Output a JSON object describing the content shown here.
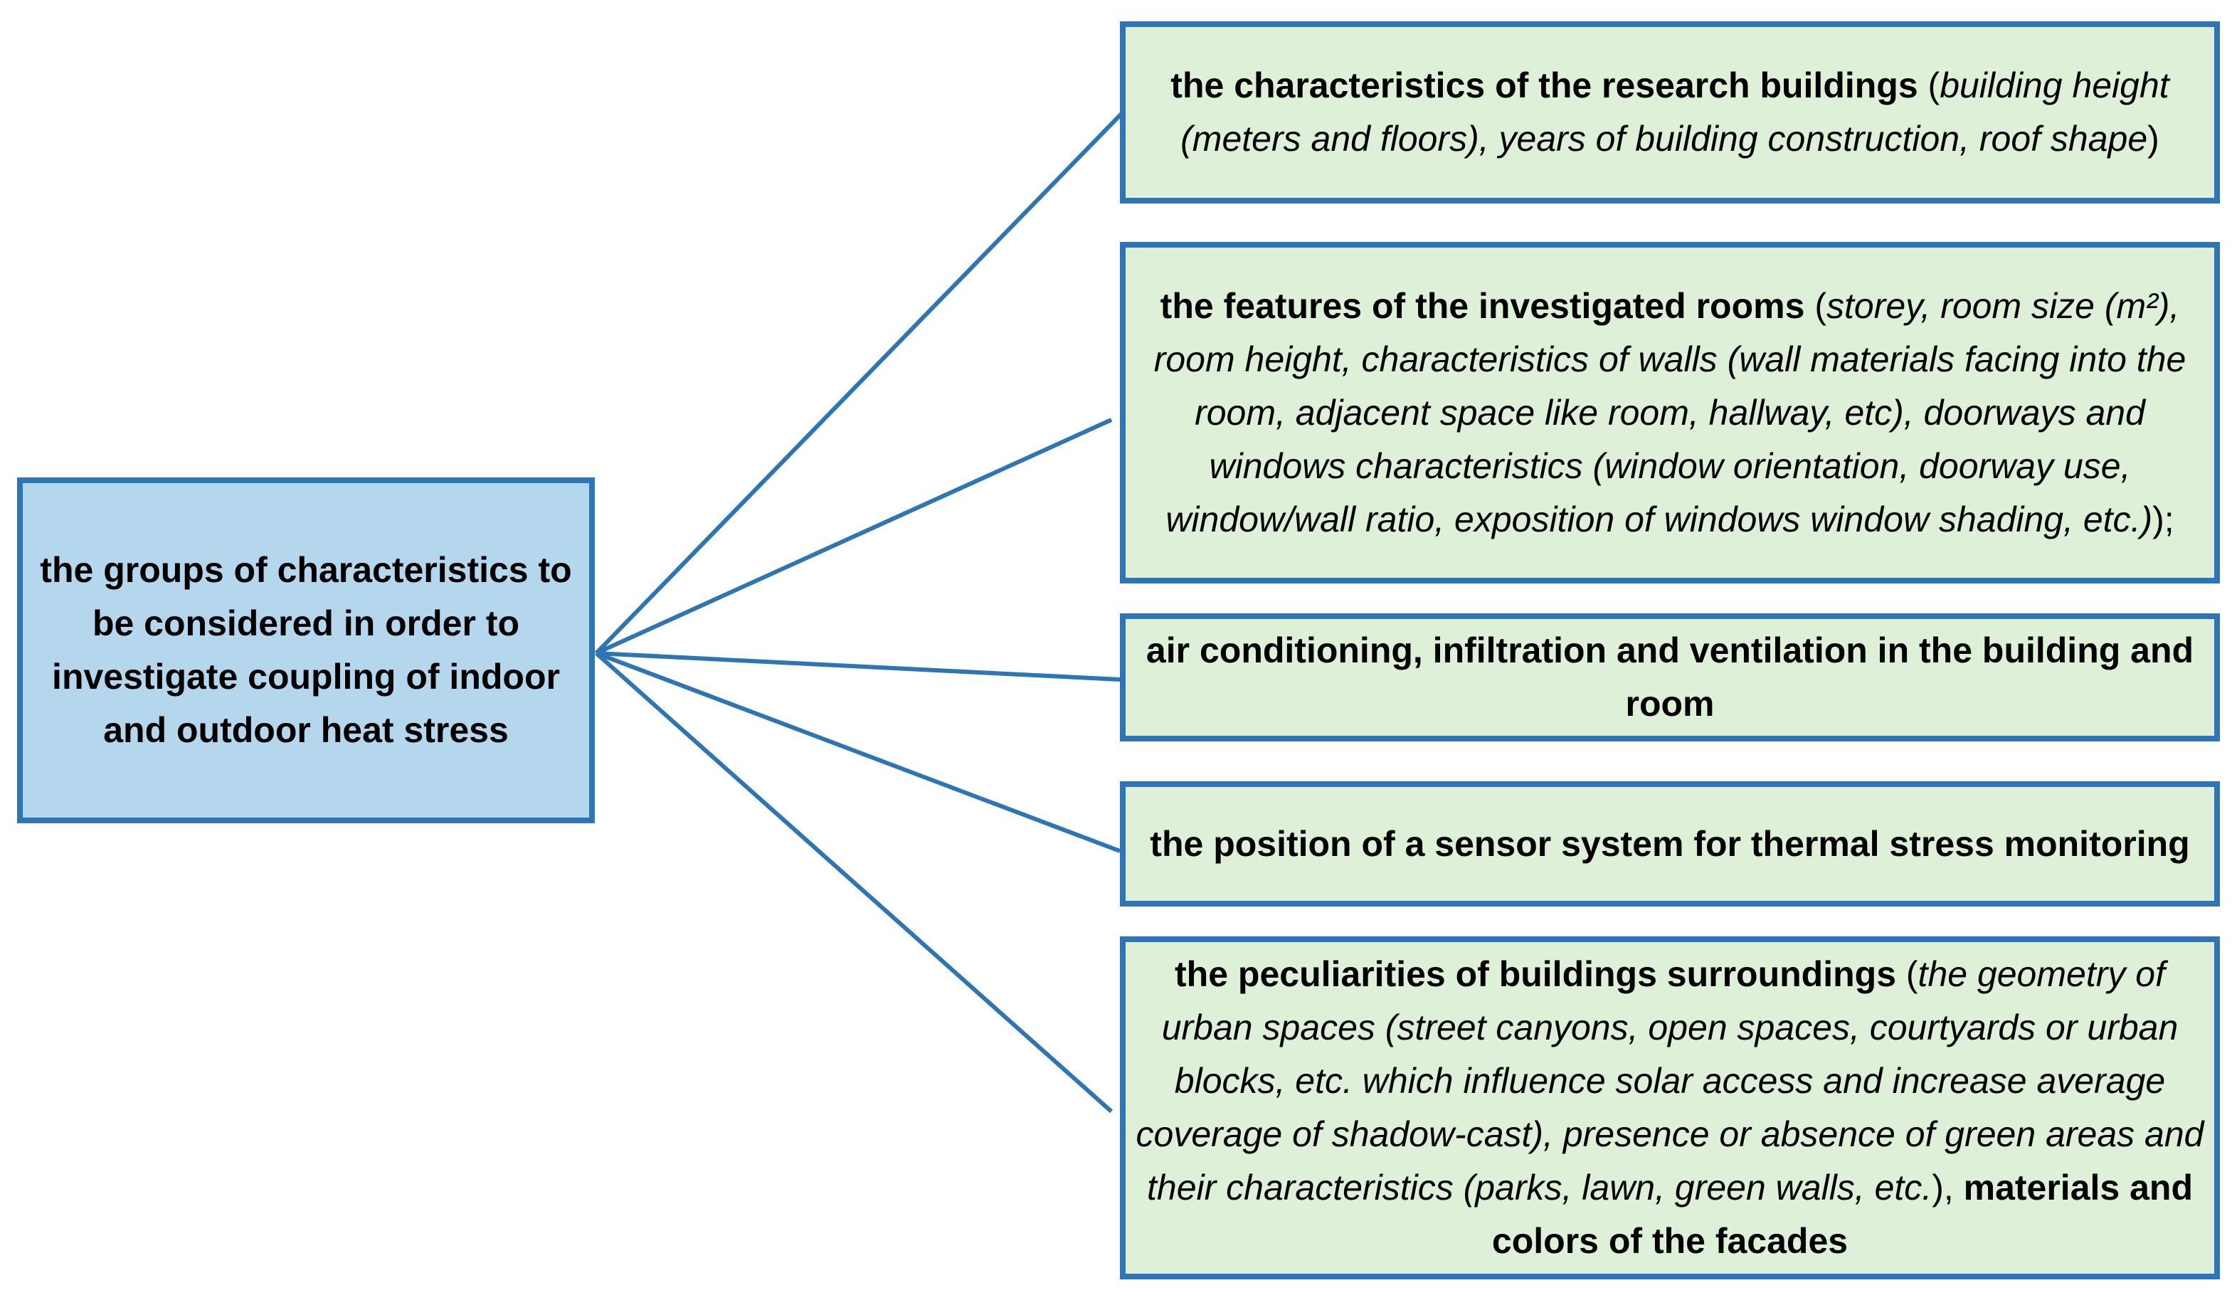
{
  "diagram": {
    "root": {
      "label": "the groups of characteristics to be considered in order to investigate coupling of indoor and outdoor heat stress"
    },
    "children": [
      {
        "bold": "the characteristics of the research buildings",
        "open": " (",
        "italic": "building height (meters and floors), years of building construction, roof shape",
        "close": ")"
      },
      {
        "bold": "the features of the investigated rooms",
        "open": " (",
        "italic": "storey, room size (m²), room height, characteristics of walls (wall materials facing into the room, adjacent space like room, hallway, etc), doorways and windows characteristics (window orientation, doorway use, window/wall ratio, exposition of windows window shading, etc.)",
        "close": ");"
      },
      {
        "bold": "air conditioning, infiltration and ventilation in the building and room"
      },
      {
        "bold": "the position of a sensor system for thermal stress monitoring"
      },
      {
        "bold": "the peculiarities of buildings surroundings",
        "open": " (",
        "italic": "the geometry of urban spaces (street canyons, open spaces, courtyards or urban blocks, etc. which influence solar access and increase average coverage of shadow-cast), presence or absence of green areas and their characteristics (parks, lawn, green walls, etc.",
        "close": "), ",
        "bold_tail": "materials and colors of the facades"
      }
    ]
  },
  "colors": {
    "border": "#2e75b6",
    "connector": "#2e75b6",
    "root_fill": "#b4d7ee",
    "child_fill": "#dff0d8"
  }
}
